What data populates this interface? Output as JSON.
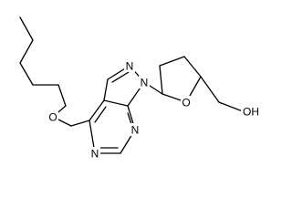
{
  "molecule": {
    "atoms": [
      {
        "id": "n7",
        "symbol": "N"
      },
      {
        "id": "n9",
        "symbol": "N"
      },
      {
        "id": "n1",
        "symbol": "N"
      },
      {
        "id": "n3",
        "symbol": "N"
      },
      {
        "id": "o6",
        "symbol": "O"
      },
      {
        "id": "o_ring",
        "symbol": "O"
      },
      {
        "id": "oh",
        "symbol": "OH"
      }
    ]
  }
}
